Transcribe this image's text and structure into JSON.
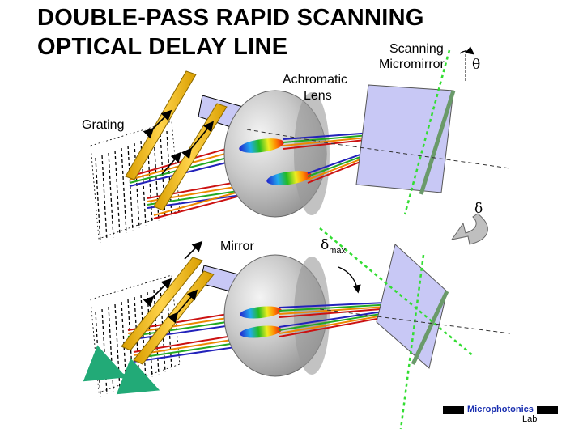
{
  "title": {
    "line1": "DOUBLE-PASS RAPID SCANNING",
    "line2": "OPTICAL DELAY LINE"
  },
  "labels": {
    "scanning_micromirror_1": "Scanning",
    "scanning_micromirror_2": "Micromirror",
    "theta": "θ",
    "achromatic_lens_1": "Achromatic",
    "achromatic_lens_2": "Lens",
    "grating": "Grating",
    "delta": "δ",
    "mirror": "Mirror",
    "delta_max_symbol": "δ",
    "delta_max_sub": "max"
  },
  "logo": {
    "name": "Microphotonics",
    "sub": "Lab"
  },
  "colors": {
    "mirror_gold": "#f2c21a",
    "micromirror_blue": "#c8c8f5",
    "lens_gray": "#bfbfbf",
    "guide_green": "#33dd33",
    "arrow_teal": "#22aa77"
  }
}
